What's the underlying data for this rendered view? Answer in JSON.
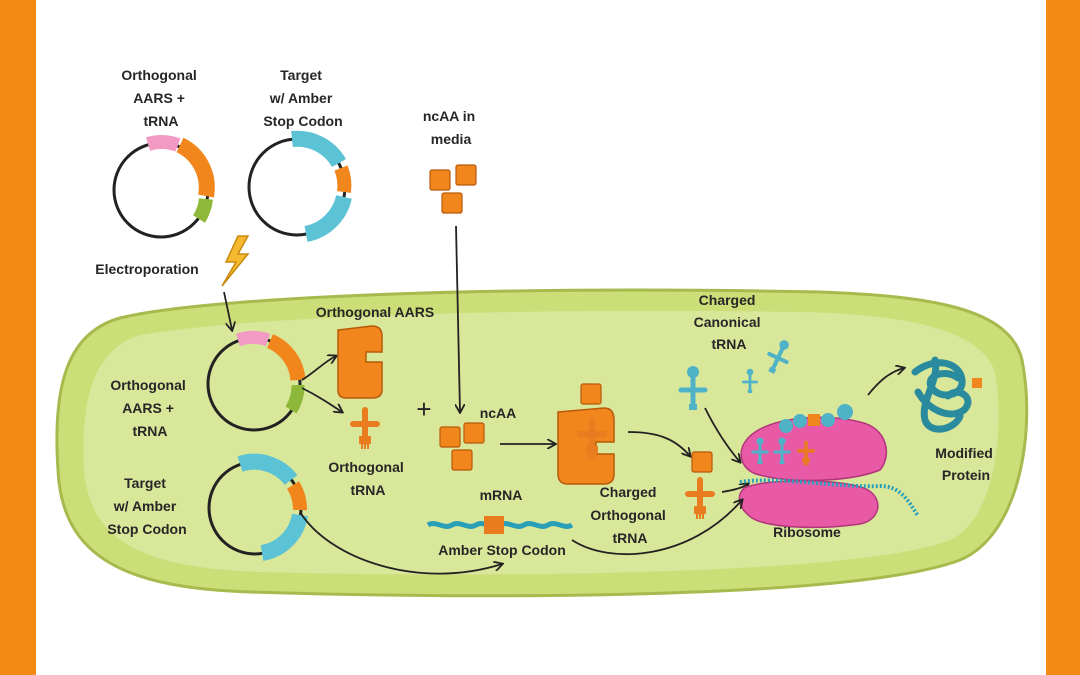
{
  "colors": {
    "frame": "#F28A14",
    "cell_fill": "#C6DB6A",
    "cell_edge": "#9DB33A",
    "aars": "#F0861C",
    "trna_orange": "#E87C1E",
    "canonical": "#4FB3C8",
    "ribosome": "#E85AA6",
    "protein": "#2A8A9E",
    "plasmid_pink": "#F29AC4",
    "plasmid_green": "#8DB83A",
    "plasmid_blue": "#5CC3D6",
    "bolt": "#F5B82E"
  },
  "icons": [
    "plasmid-icon",
    "lightning-bolt-icon",
    "enzyme-icon",
    "trna-icon",
    "amino-acid-icon",
    "ribosome-icon",
    "protein-icon",
    "mrna-icon"
  ],
  "labels": {
    "top_plasmid_1": [
      "Orthogonal",
      "AARS +",
      "tRNA"
    ],
    "top_plasmid_2": [
      "Target",
      "w/ Amber",
      "Stop Codon"
    ],
    "ncaa_media": [
      "ncAA in",
      "media"
    ],
    "electroporation": "Electroporation",
    "orthogonal_aars": "Orthogonal AARS",
    "charged_canonical": [
      "Charged",
      "Canonical",
      "tRNA"
    ],
    "cell_plasmid_1": [
      "Orthogonal",
      "AARS +",
      "tRNA"
    ],
    "plus": "+",
    "ncaa": "ncAA",
    "modified_protein": [
      "Modified",
      "Protein"
    ],
    "target_cell": [
      "Target",
      "w/ Amber",
      "Stop Codon"
    ],
    "orthogonal_trna": [
      "Orthogonal",
      "tRNA"
    ],
    "mrna": "mRNA",
    "charged_orthogonal": [
      "Charged",
      "Orthogonal",
      "tRNA"
    ],
    "ribosome": "Ribosome",
    "amber_stop_codon": "Amber Stop Codon"
  }
}
